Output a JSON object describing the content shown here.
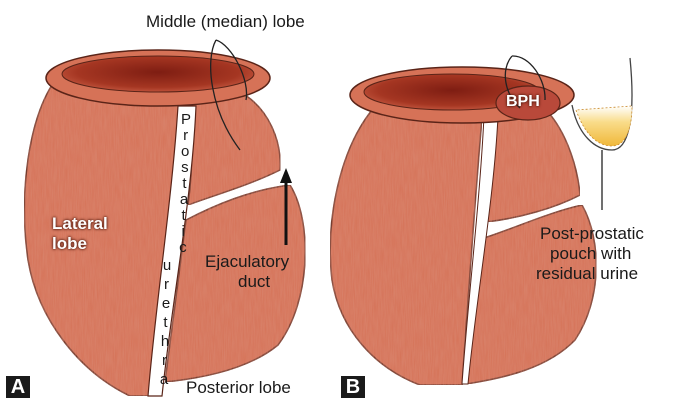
{
  "labels": {
    "middle_lobe": "Middle (median) lobe",
    "lateral_lobe_line1": "Lateral",
    "lateral_lobe_line2": "lobe",
    "ejaculatory_line1": "Ejaculatory",
    "ejaculatory_line2": "duct",
    "posterior_lobe": "Posterior lobe",
    "bph": "BPH",
    "pouch_line1": "Post-prostatic",
    "pouch_line2": "pouch with",
    "pouch_line3": "residual urine",
    "panel_a": "A",
    "panel_b": "B"
  },
  "urethra": {
    "upper_word": [
      "P",
      "r",
      "o",
      "s",
      "t",
      "a",
      "t",
      "i",
      "c"
    ],
    "lower_word": [
      "u",
      "r",
      "e",
      "t",
      "h",
      "r",
      "a"
    ]
  },
  "colors": {
    "tissue": "#d9735a",
    "tissue_dark": "#b84a34",
    "lumen": "#9c2a1c",
    "outline": "#5a2418",
    "urine": "#f3c24a"
  }
}
